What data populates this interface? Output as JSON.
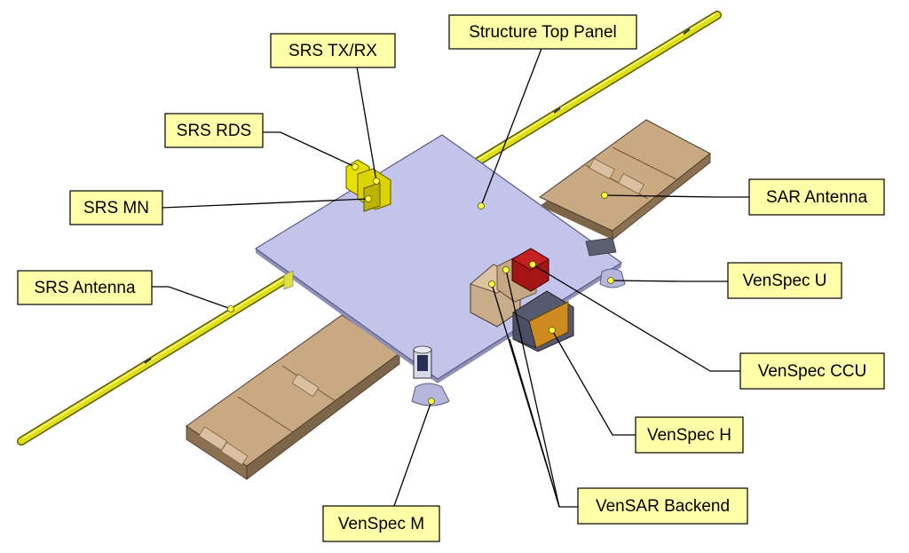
{
  "labels": {
    "structure_top_panel": "Structure Top Panel",
    "srs_txrx": "SRS TX/RX",
    "srs_rds": "SRS RDS",
    "srs_mn": "SRS MN",
    "srs_antenna": "SRS Antenna",
    "sar_antenna": "SAR Antenna",
    "venspec_u": "VenSpec U",
    "venspec_ccu": "VenSpec CCU",
    "venspec_h": "VenSpec H",
    "vensar_backend": "VenSAR Backend",
    "venspec_m": "VenSpec M"
  },
  "colors": {
    "label_fill": "#ffffa9",
    "panel": "#c3c4ec",
    "sar_antenna": "#c9a982",
    "srs_antenna": "#d9d900",
    "srs_units": "#e8e000",
    "venspec_ccu": "#a61515",
    "venspec_h": "#cd8a1e",
    "vensar_backend": "#c9ad8a"
  }
}
